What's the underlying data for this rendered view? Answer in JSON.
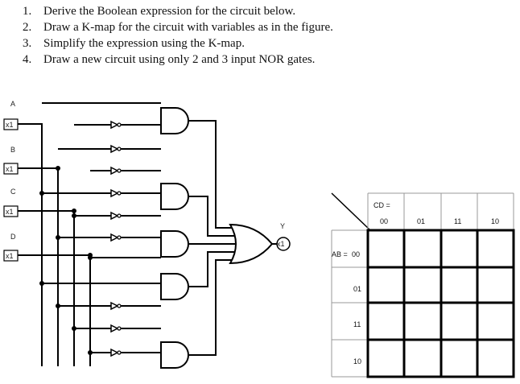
{
  "instructions": [
    {
      "num": "1.",
      "text": "Derive the Boolean expression for the circuit below."
    },
    {
      "num": "2.",
      "text": "Draw a K-map for the circuit with variables as in the figure."
    },
    {
      "num": "3.",
      "text": "Simplify the expression using the K-map."
    },
    {
      "num": "4.",
      "text": "Draw a new circuit using only 2 and 3 input NOR gates."
    }
  ],
  "inputs": [
    {
      "name": "A",
      "value": "x1"
    },
    {
      "name": "B",
      "value": "x1"
    },
    {
      "name": "C",
      "value": "x1"
    },
    {
      "name": "D",
      "value": "x1"
    }
  ],
  "output": {
    "name": "Y",
    "value": "x1"
  },
  "kmap": {
    "cd_label": "CD =",
    "ab_label": "AB =",
    "columns": [
      "00",
      "01",
      "11",
      "10"
    ],
    "rows": [
      "00",
      "01",
      "11",
      "10"
    ]
  }
}
